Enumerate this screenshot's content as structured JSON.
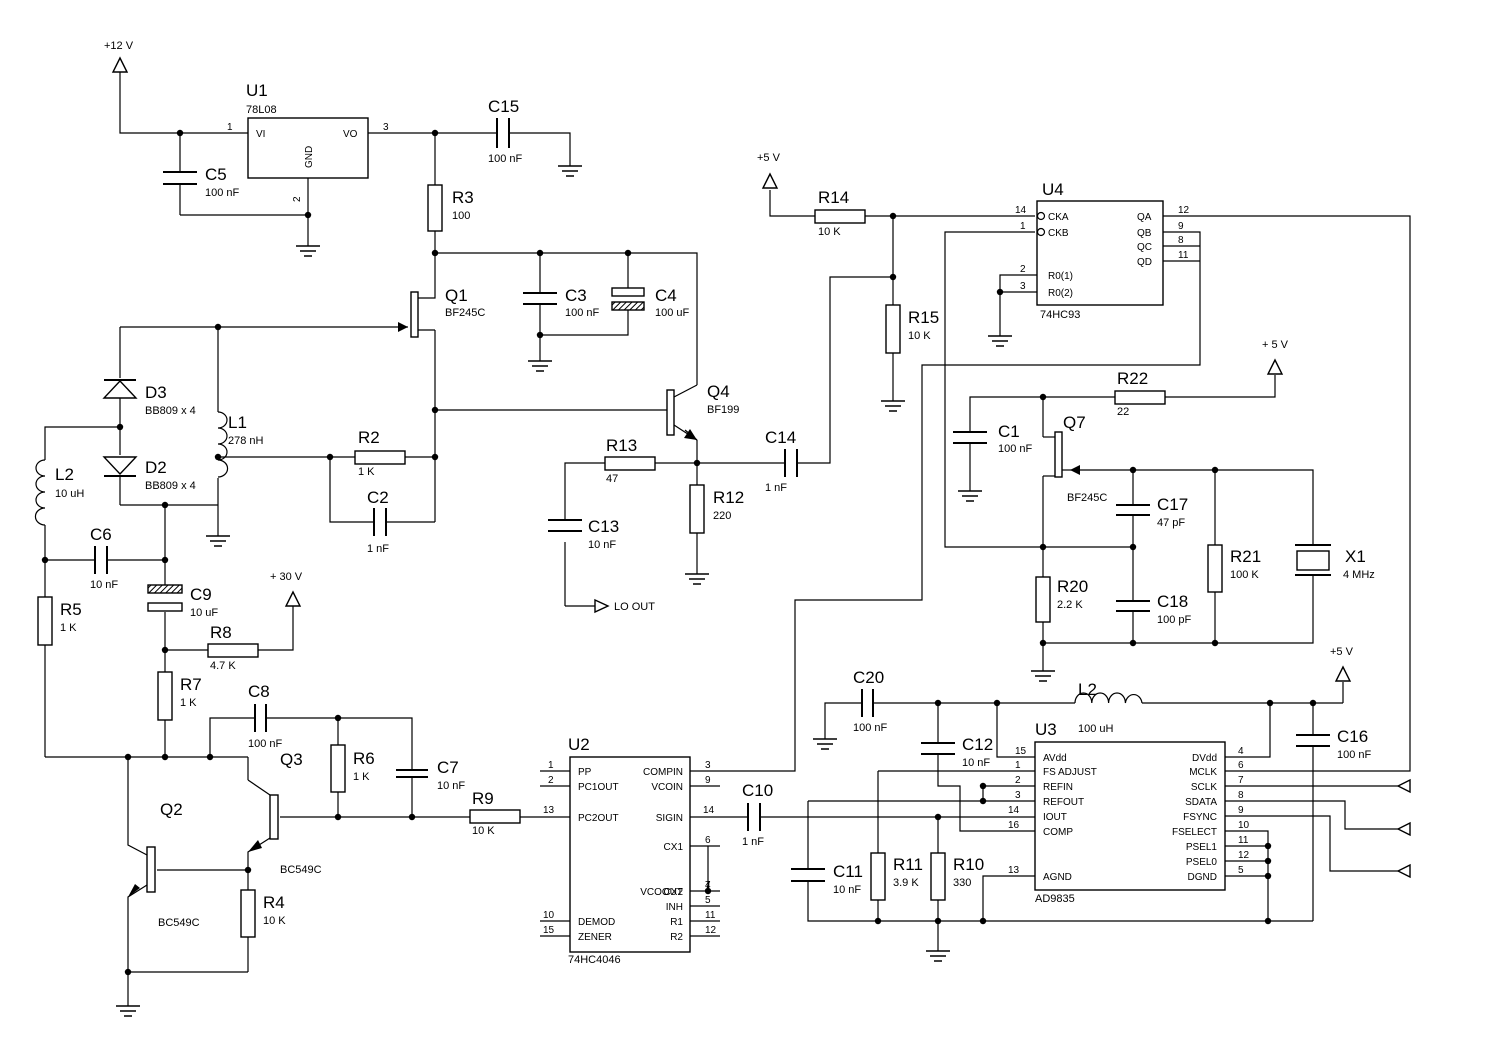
{
  "rails": {
    "v12": "+12 V",
    "v5a": "+5 V",
    "v5b": "+ 5 V",
    "v5c": "+5 V",
    "v30": "+ 30 V"
  },
  "signals": {
    "lo_out": "LO OUT"
  },
  "parts": {
    "U1": {
      "ref": "U1",
      "value": "78L08",
      "pin_vi": "VI",
      "pin_vo": "VO",
      "pin_gnd": "GND",
      "n1": "1",
      "n2": "2",
      "n3": "3"
    },
    "U4": {
      "ref": "U4",
      "value": "74HC93",
      "pins": {
        "cka": "CKA",
        "ckb": "CKB",
        "r01": "R0(1)",
        "r02": "R0(2)",
        "qa": "QA",
        "qb": "QB",
        "qc": "QC",
        "qd": "QD"
      },
      "nums": {
        "cka": "14",
        "ckb": "1",
        "r01": "2",
        "r02": "3",
        "qa": "12",
        "qb": "9",
        "qc": "8",
        "qd": "11"
      }
    },
    "U2": {
      "ref": "U2",
      "value": "74HC4046",
      "left": [
        {
          "num": "1",
          "name": "PP"
        },
        {
          "num": "2",
          "name": "PC1OUT"
        },
        {
          "num": "13",
          "name": "PC2OUT"
        },
        {
          "num": "10",
          "name": "DEMOD"
        },
        {
          "num": "15",
          "name": "ZENER"
        }
      ],
      "right": [
        {
          "num": "3",
          "name": "COMPIN"
        },
        {
          "num": "9",
          "name": "VCOIN"
        },
        {
          "num": "14",
          "name": "SIGIN"
        },
        {
          "num": "6",
          "name": "CX1"
        },
        {
          "num": "7",
          "name": "CX2"
        },
        {
          "num": "4",
          "name": "VCOOUT"
        },
        {
          "num": "5",
          "name": "INH"
        },
        {
          "num": "11",
          "name": "R1"
        },
        {
          "num": "12",
          "name": "R2"
        }
      ]
    },
    "U3": {
      "ref": "U3",
      "value": "AD9835",
      "left": [
        {
          "num": "15",
          "name": "AVdd"
        },
        {
          "num": "1",
          "name": "FS ADJUST"
        },
        {
          "num": "2",
          "name": "REFIN"
        },
        {
          "num": "3",
          "name": "REFOUT"
        },
        {
          "num": "14",
          "name": "IOUT"
        },
        {
          "num": "16",
          "name": "COMP"
        },
        {
          "num": "13",
          "name": "AGND"
        }
      ],
      "right": [
        {
          "num": "4",
          "name": "DVdd"
        },
        {
          "num": "6",
          "name": "MCLK"
        },
        {
          "num": "7",
          "name": "SCLK"
        },
        {
          "num": "8",
          "name": "SDATA"
        },
        {
          "num": "9",
          "name": "FSYNC"
        },
        {
          "num": "10",
          "name": "FSELECT"
        },
        {
          "num": "11",
          "name": "PSEL1"
        },
        {
          "num": "12",
          "name": "PSEL0"
        },
        {
          "num": "5",
          "name": "DGND"
        }
      ]
    },
    "C5": {
      "ref": "C5",
      "value": "100 nF"
    },
    "C15": {
      "ref": "C15",
      "value": "100 nF"
    },
    "R3": {
      "ref": "R3",
      "value": "100"
    },
    "Q1": {
      "ref": "Q1",
      "value": "BF245C"
    },
    "C3": {
      "ref": "C3",
      "value": "100 nF"
    },
    "C4": {
      "ref": "C4",
      "value": "100 uF"
    },
    "D3": {
      "ref": "D3",
      "value": "BB809 x 4"
    },
    "D2": {
      "ref": "D2",
      "value": "BB809 x 4"
    },
    "L1": {
      "ref": "L1",
      "value": "278 nH"
    },
    "L2a": {
      "ref": "L2",
      "value": "10 uH"
    },
    "R2": {
      "ref": "R2",
      "value": "1 K"
    },
    "C2": {
      "ref": "C2",
      "value": "1 nF"
    },
    "Q4": {
      "ref": "Q4",
      "value": "BF199"
    },
    "R13": {
      "ref": "R13",
      "value": "47"
    },
    "R12": {
      "ref": "R12",
      "value": "220"
    },
    "C14": {
      "ref": "C14",
      "value": "1 nF"
    },
    "C13": {
      "ref": "C13",
      "value": "10 nF"
    },
    "R14": {
      "ref": "R14",
      "value": "10 K"
    },
    "R15": {
      "ref": "R15",
      "value": "10 K"
    },
    "R22": {
      "ref": "R22",
      "value": "22"
    },
    "C1": {
      "ref": "C1",
      "value": "100 nF"
    },
    "Q7": {
      "ref": "Q7",
      "value": "BF245C"
    },
    "C17": {
      "ref": "C17",
      "value": "47 pF"
    },
    "C18": {
      "ref": "C18",
      "value": "100 pF"
    },
    "R20": {
      "ref": "R20",
      "value": "2.2 K"
    },
    "R21": {
      "ref": "R21",
      "value": "100 K"
    },
    "X1": {
      "ref": "X1",
      "value": "4 MHz"
    },
    "C6": {
      "ref": "C6",
      "value": "10 nF"
    },
    "C9": {
      "ref": "C9",
      "value": "10 uF"
    },
    "R5": {
      "ref": "R5",
      "value": "1 K"
    },
    "R8": {
      "ref": "R8",
      "value": "4.7 K"
    },
    "R7": {
      "ref": "R7",
      "value": "1 K"
    },
    "C8": {
      "ref": "C8",
      "value": "100 nF"
    },
    "Q3": {
      "ref": "Q3",
      "value": "BC549C"
    },
    "Q2": {
      "ref": "Q2",
      "value": "BC549C"
    },
    "R4": {
      "ref": "R4",
      "value": "10 K"
    },
    "R6": {
      "ref": "R6",
      "value": "1 K"
    },
    "C7": {
      "ref": "C7",
      "value": "10 nF"
    },
    "R9": {
      "ref": "R9",
      "value": "10 K"
    },
    "C10": {
      "ref": "C10",
      "value": "1 nF"
    },
    "C20": {
      "ref": "C20",
      "value": "100 nF"
    },
    "L2b": {
      "ref": "L2",
      "value": "100 uH"
    },
    "C12": {
      "ref": "C12",
      "value": "10 nF"
    },
    "C16": {
      "ref": "C16",
      "value": "100 nF"
    },
    "C11": {
      "ref": "C11",
      "value": "10 nF"
    },
    "R11": {
      "ref": "R11",
      "value": "3.9 K"
    },
    "R10": {
      "ref": "R10",
      "value": "330"
    }
  }
}
